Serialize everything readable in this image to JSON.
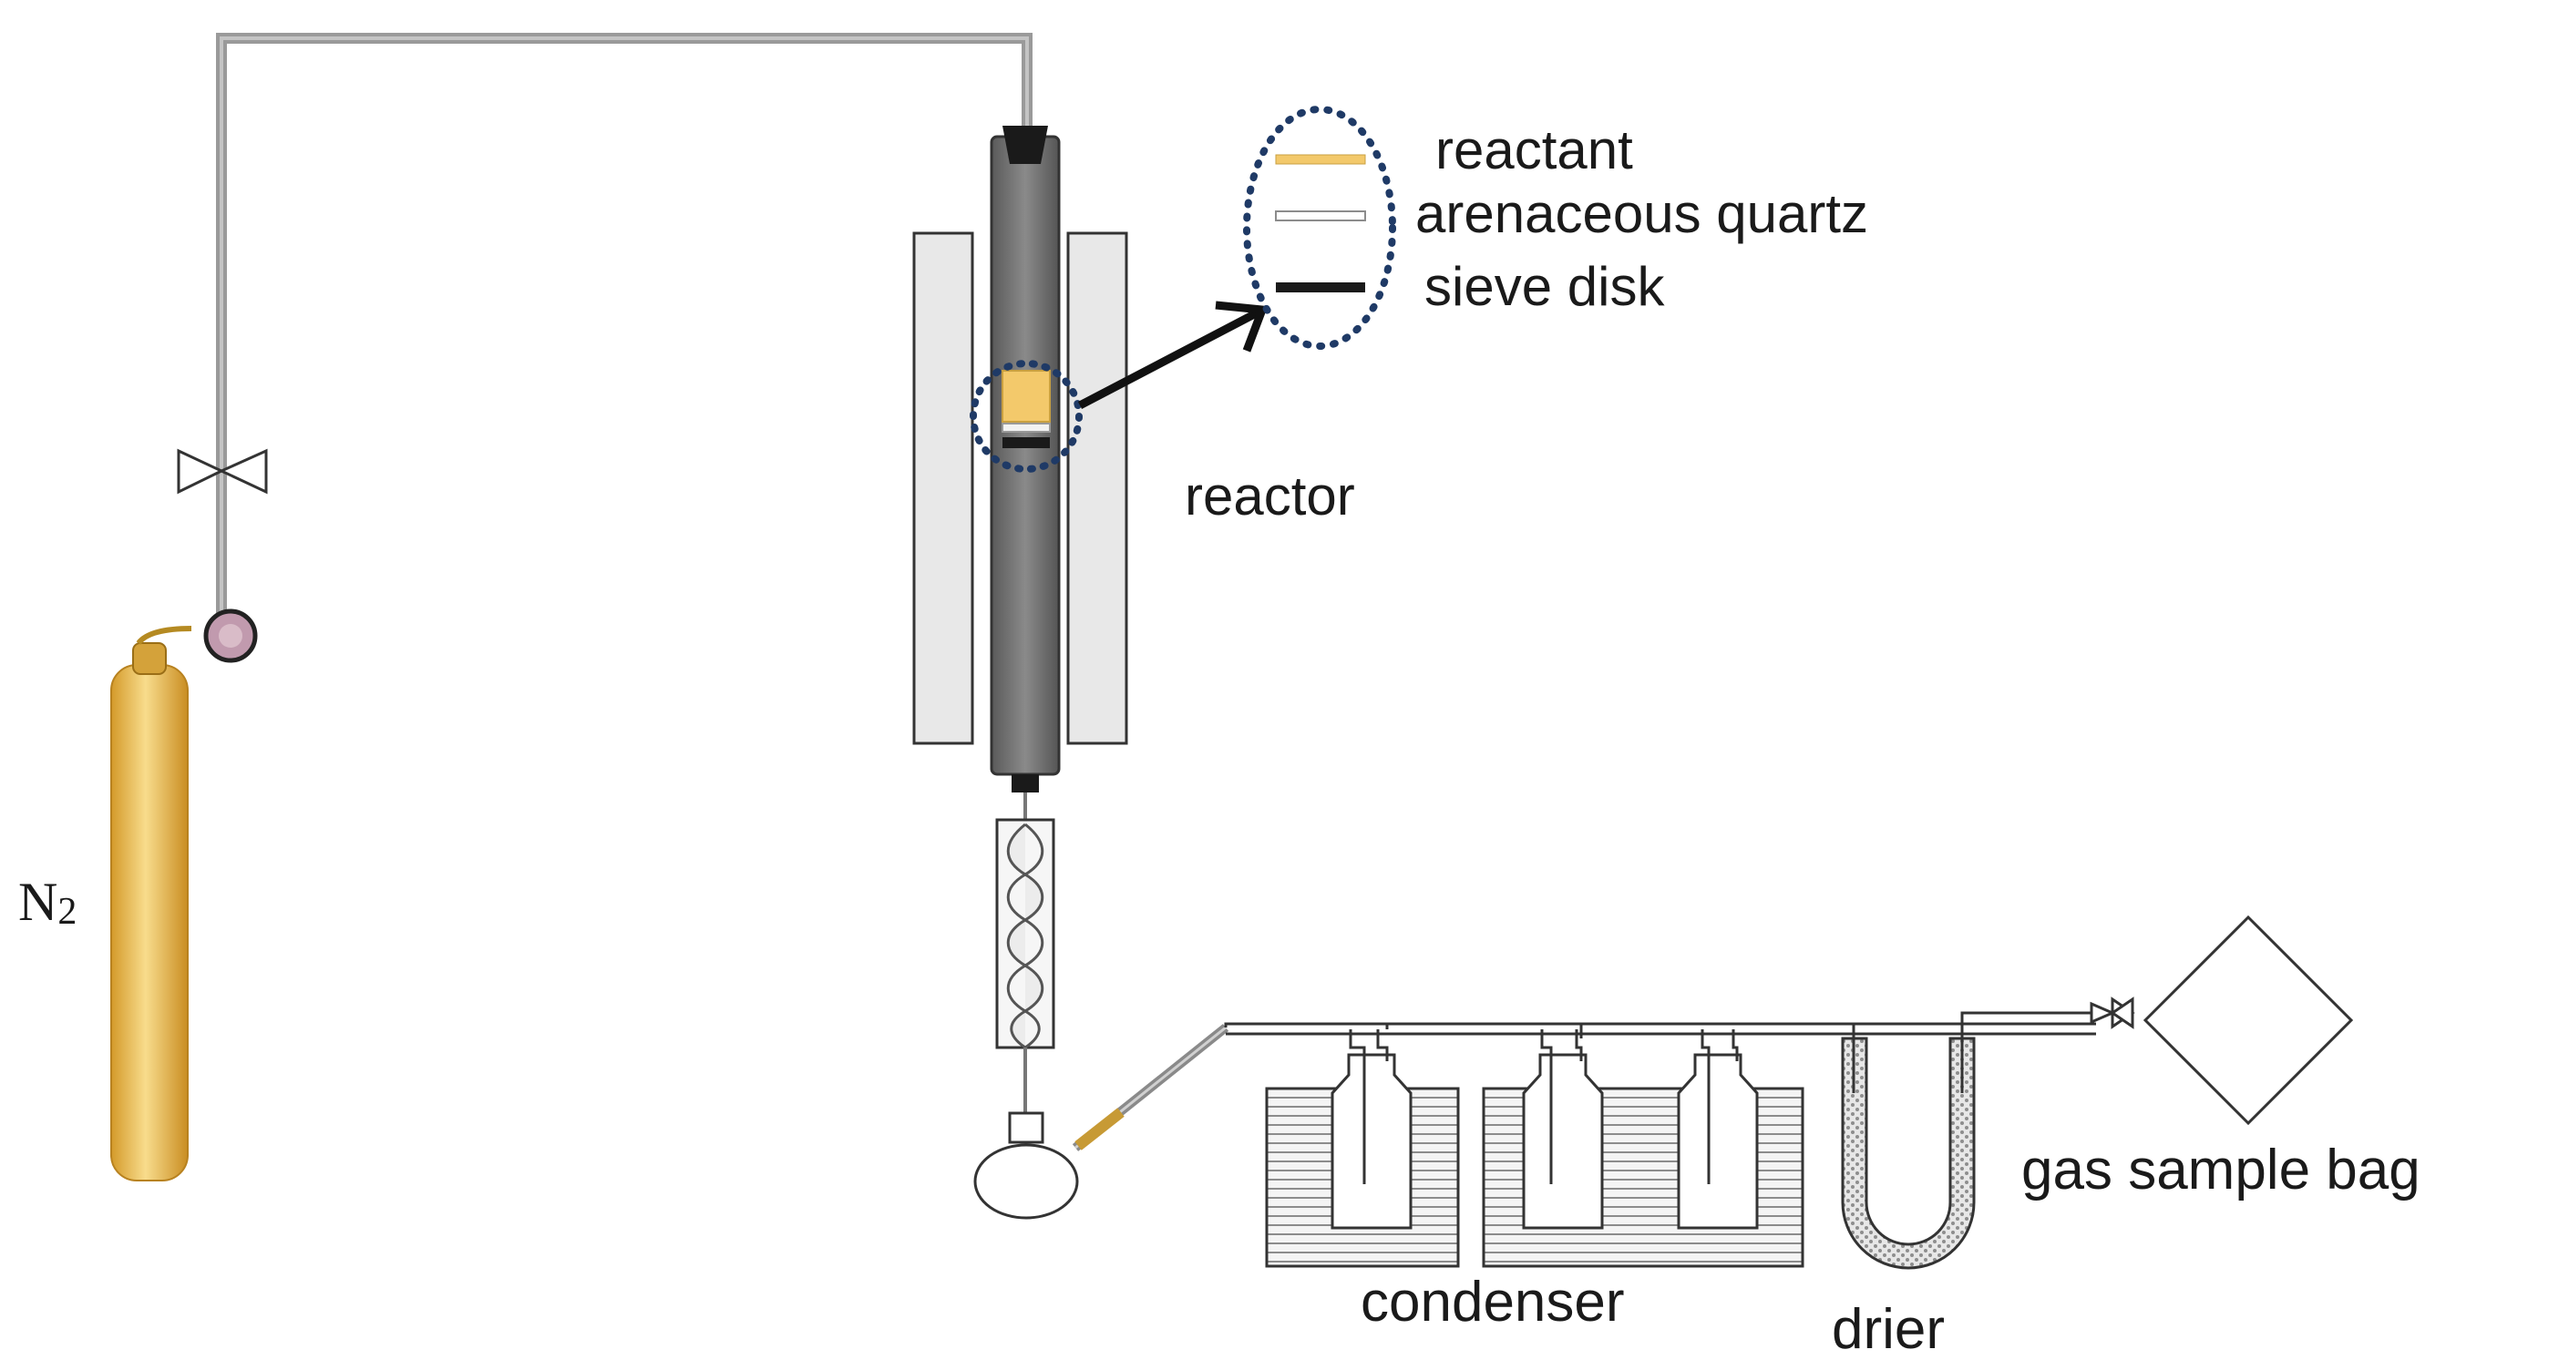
{
  "labels": {
    "gas_formula_main": "N",
    "gas_formula_sub": "2",
    "reactor": "reactor",
    "legend_reactant": "reactant",
    "legend_quartz": "arenaceous quartz",
    "legend_sieve": "sieve disk",
    "condenser": "condenser",
    "drier": "drier",
    "gas_sample_bag": "gas sample bag"
  },
  "colors": {
    "gas_cylinder": "#e8b84a",
    "reactant": "#f3c96b",
    "reactor_tube": "#6e6e6e",
    "furnace": "#e6e6e6",
    "pipe": "#9a9a9a",
    "callout_dots": "#1f3a66",
    "gauge": "#b48aa0",
    "coolant": "#c9c9c9"
  }
}
